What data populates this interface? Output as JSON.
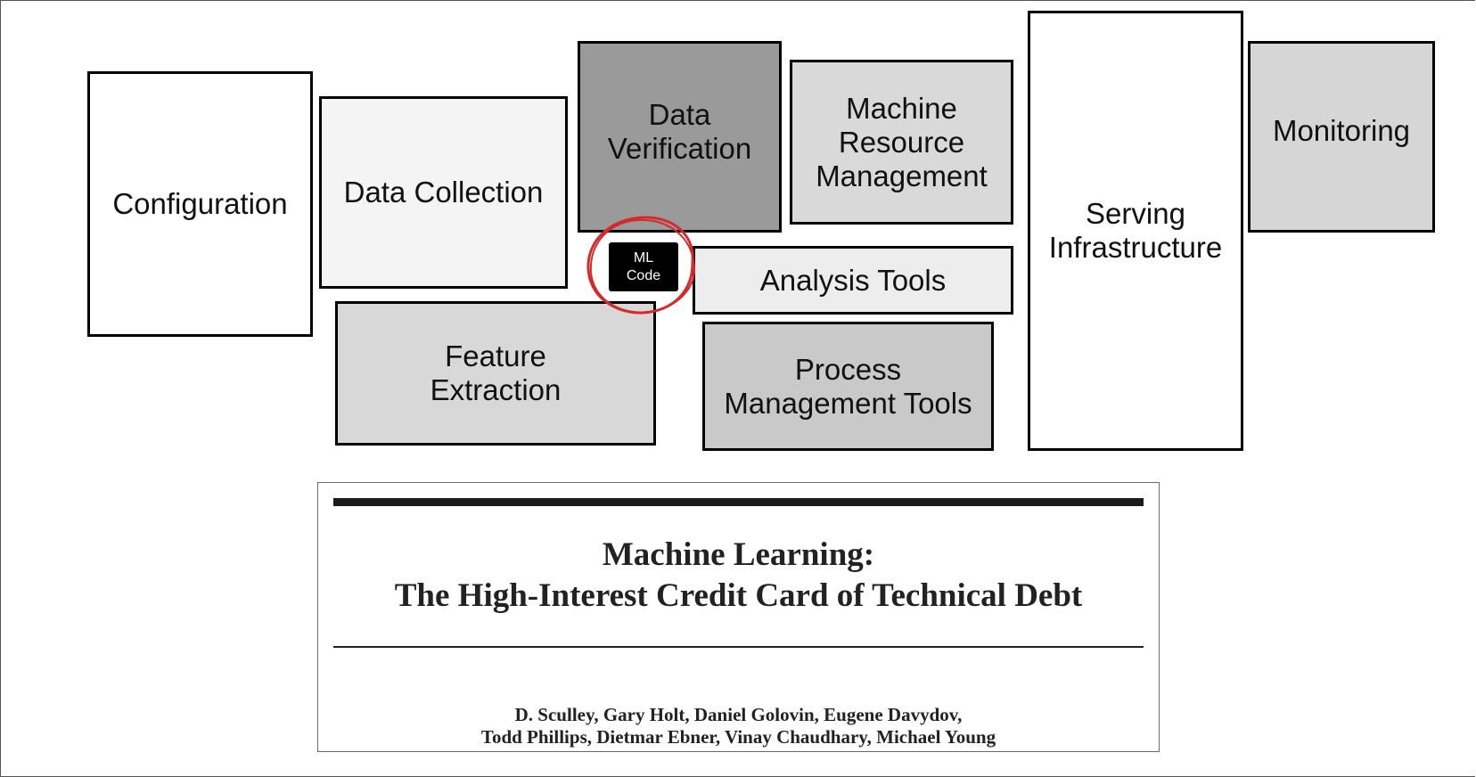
{
  "diagram": {
    "components": {
      "configuration": {
        "label": "Configuration",
        "fill": "#ffffff"
      },
      "data_collection": {
        "label": "Data Collection",
        "fill": "#f4f4f4"
      },
      "data_verification": {
        "label": "Data\nVerification",
        "fill": "#9a9a9a"
      },
      "machine_resource_management": {
        "label": "Machine\nResource\nManagement",
        "fill": "#d9d9d9"
      },
      "serving_infrastructure": {
        "label": "Serving\nInfrastructure",
        "fill": "#ffffff"
      },
      "monitoring": {
        "label": "Monitoring",
        "fill": "#d6d6d6"
      },
      "analysis_tools": {
        "label": "Analysis Tools",
        "fill": "#ededed"
      },
      "feature_extraction": {
        "label": "Feature\nExtraction",
        "fill": "#d8d8d8"
      },
      "process_management_tools": {
        "label": "Process\nManagement Tools",
        "fill": "#c9c9c9"
      }
    },
    "ml_code": {
      "label": "ML\nCode",
      "highlight_color": "#d42a2a"
    }
  },
  "paper": {
    "title_line1": "Machine Learning:",
    "title_line2": "The High-Interest Credit Card of Technical Debt",
    "authors_line1": "D. Sculley, Gary Holt, Daniel Golovin, Eugene Davydov,",
    "authors_line2": "Todd Phillips, Dietmar Ebner, Vinay Chaudhary, Michael Young"
  }
}
